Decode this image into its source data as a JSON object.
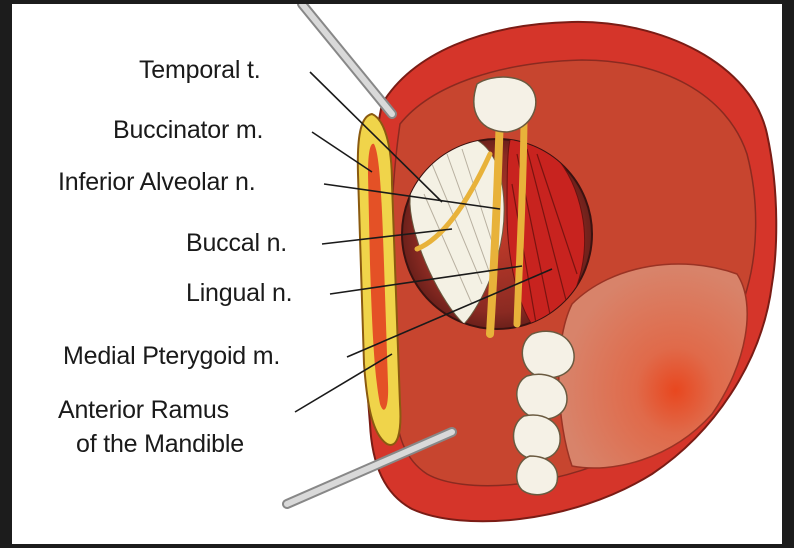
{
  "labels": {
    "temporal": "Temporal t.",
    "buccinator": "Buccinator m.",
    "inferior_alveolar": "Inferior Alveolar n.",
    "buccal": "Buccal n.",
    "lingual": "Lingual n.",
    "medial_pterygoid": "Medial Pterygoid m.",
    "anterior_ramus_line1": "Anterior Ramus",
    "anterior_ramus_line2": "of the Mandible"
  },
  "colors": {
    "lip": "#d5352a",
    "oral_cavity": "#c7452f",
    "tongue": "#d85c3e",
    "nerve": "#e8b23a",
    "muscle": "#c8231f",
    "tendon": "#f4f1e4",
    "teeth": "#f5f1e6",
    "retractor": "#c9c9c9"
  }
}
